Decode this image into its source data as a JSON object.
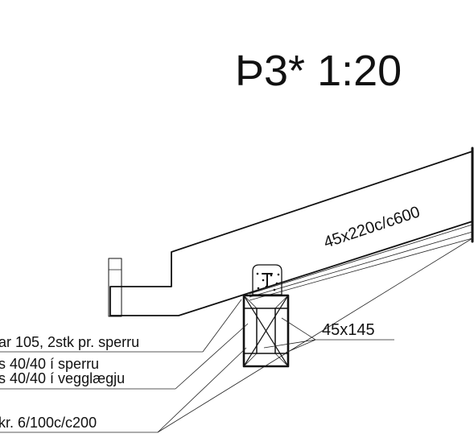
{
  "title": "Þ3* 1:20",
  "rafter_label": "45x220c/c600",
  "plate_label": "45x145",
  "notes": [
    "ar 105, 2stk pr. sperru",
    "s 40/40 í sperru",
    "s 40/40 í vegglægju",
    "kr.  6/100c/c200"
  ]
}
